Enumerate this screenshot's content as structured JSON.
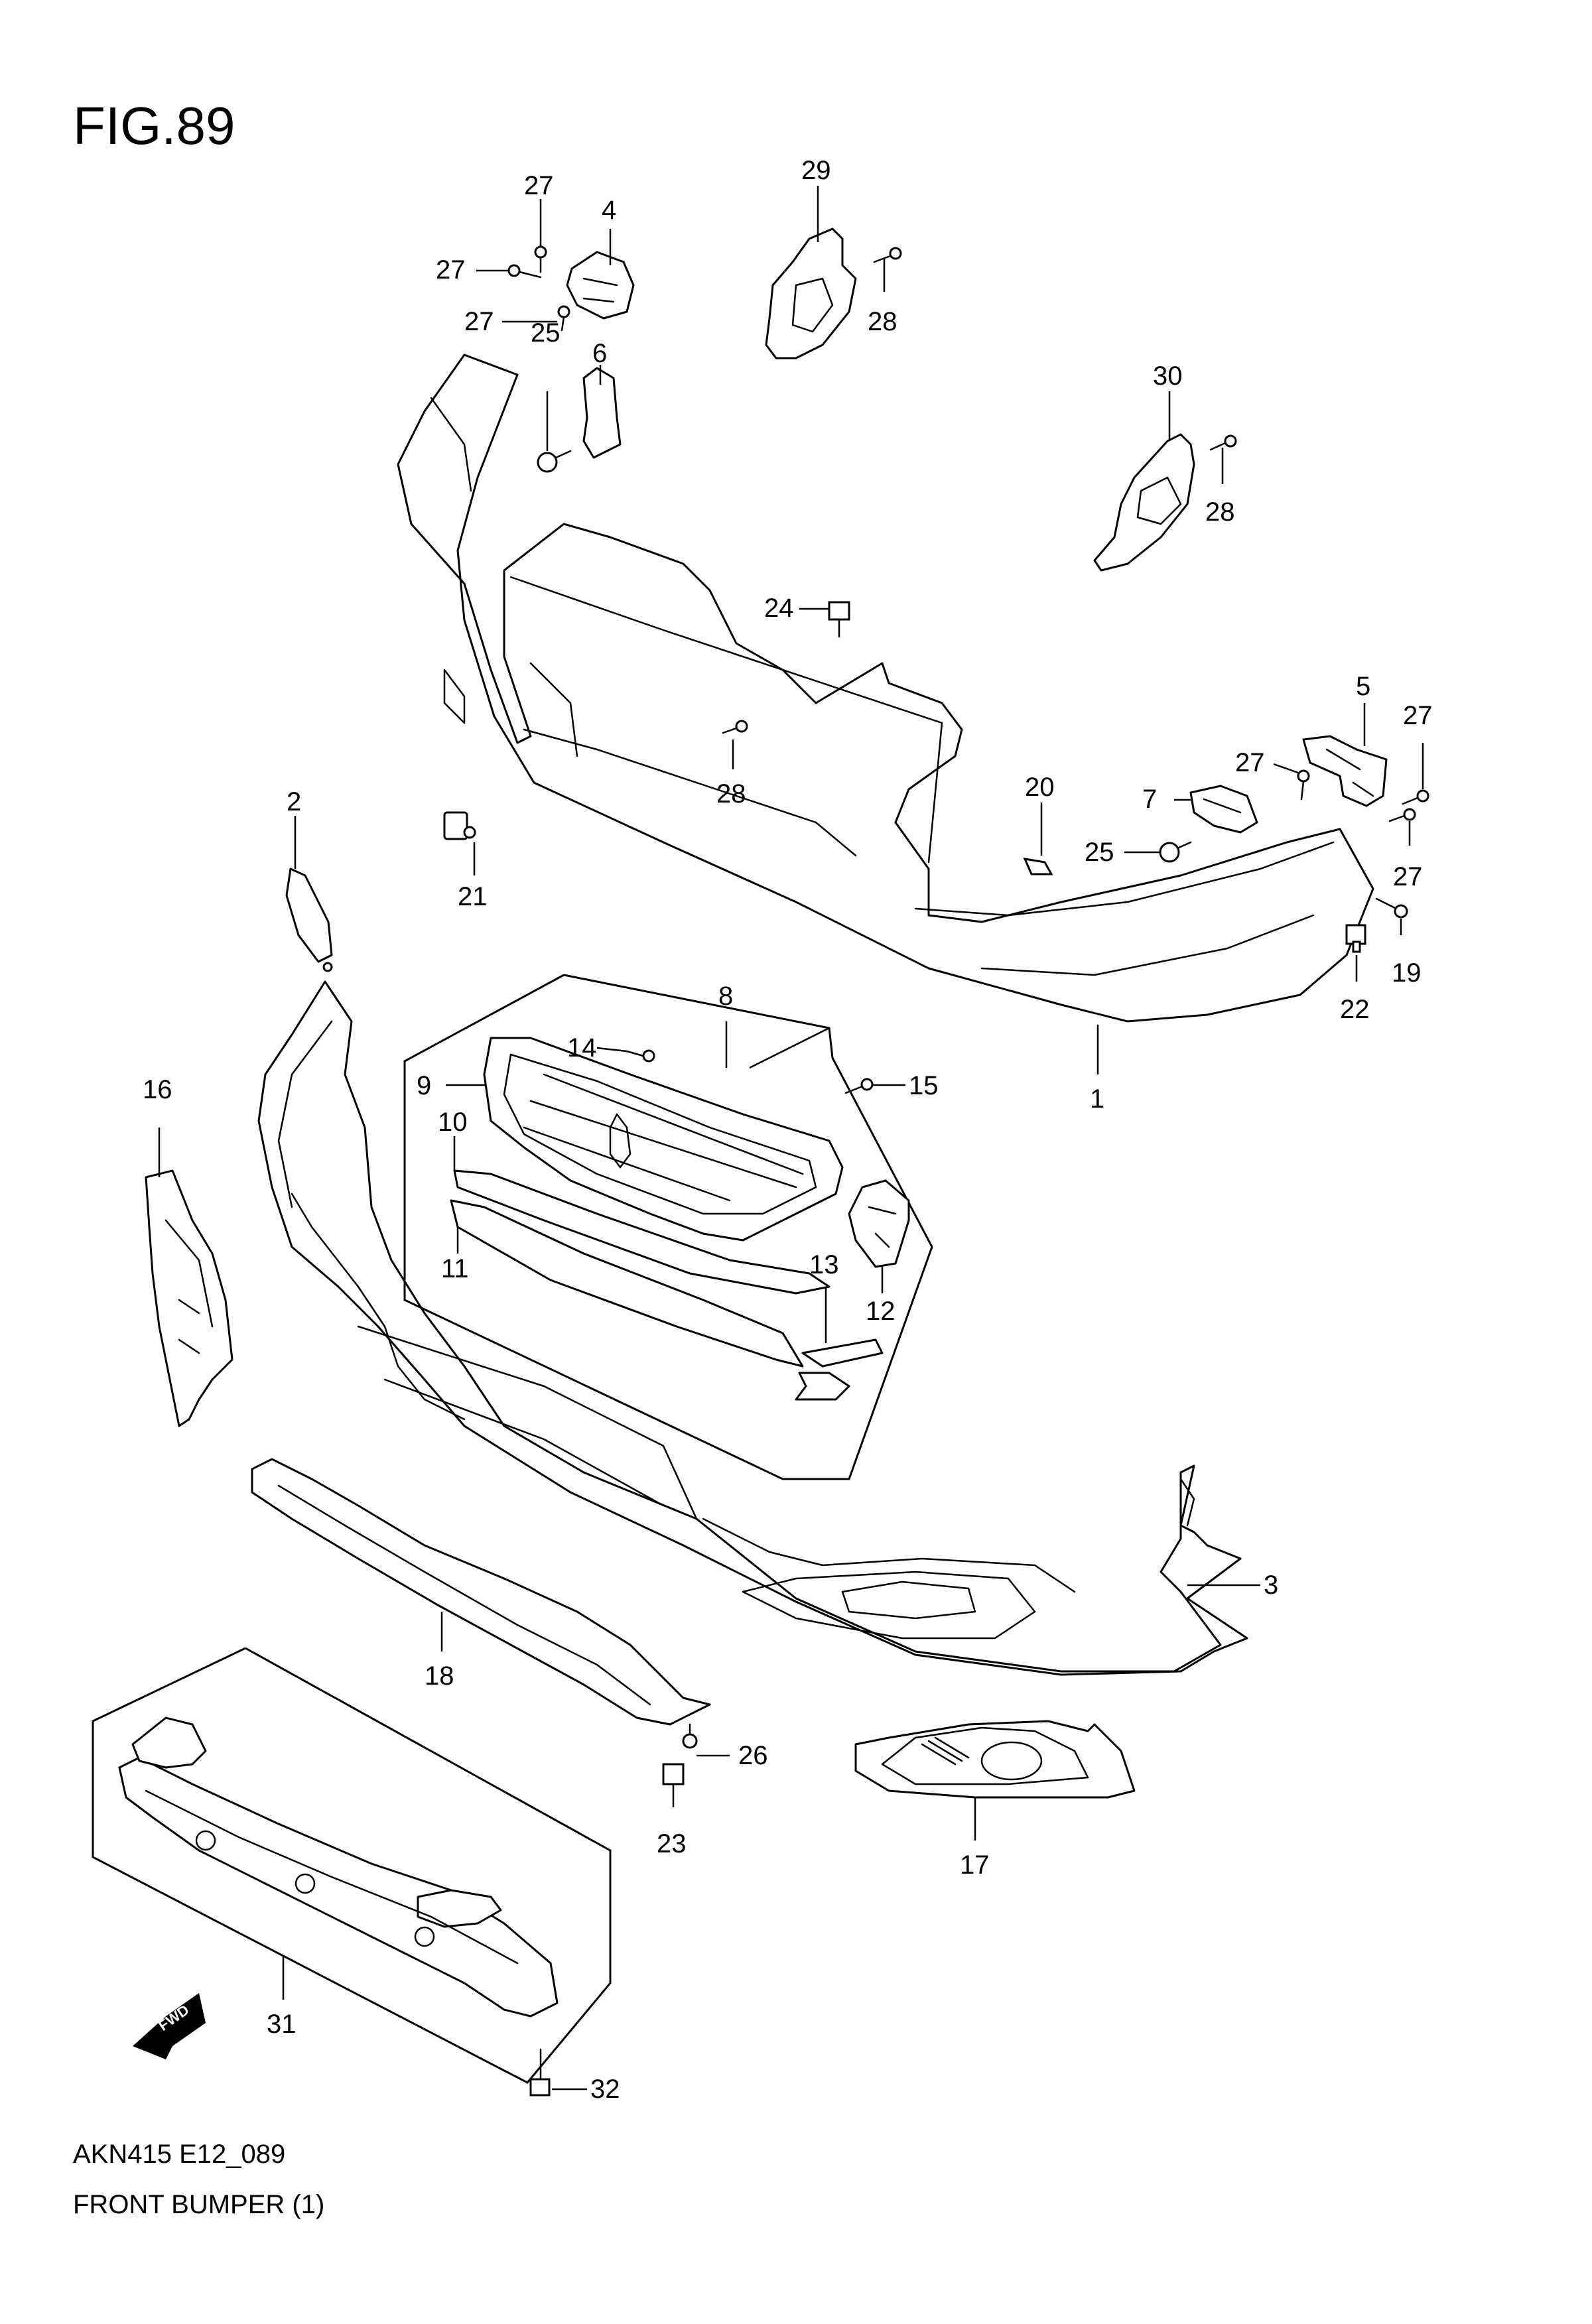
{
  "figure": {
    "title": "FIG.89"
  },
  "footer": {
    "code": "AKN415 E12_089",
    "name": "FRONT BUMPER (1)"
  },
  "fwd_badge": "FWD",
  "callouts": {
    "c1": "1",
    "c2": "2",
    "c3": "3",
    "c4": "4",
    "c5": "5",
    "c6": "6",
    "c7": "7",
    "c8": "8",
    "c9": "9",
    "c10": "10",
    "c11": "11",
    "c12": "12",
    "c13": "13",
    "c14": "14",
    "c15": "15",
    "c16": "16",
    "c17": "17",
    "c18": "18",
    "c19": "19",
    "c20": "20",
    "c21": "21",
    "c22": "22",
    "c23": "23",
    "c24": "24",
    "c25a": "25",
    "c25b": "25",
    "c26": "26",
    "c27a": "27",
    "c27b": "27",
    "c27c": "27",
    "c27d": "27",
    "c27e": "27",
    "c27f": "27",
    "c28a": "28",
    "c28b": "28",
    "c28c": "28",
    "c29": "29",
    "c30": "30",
    "c31": "31",
    "c32": "32"
  }
}
